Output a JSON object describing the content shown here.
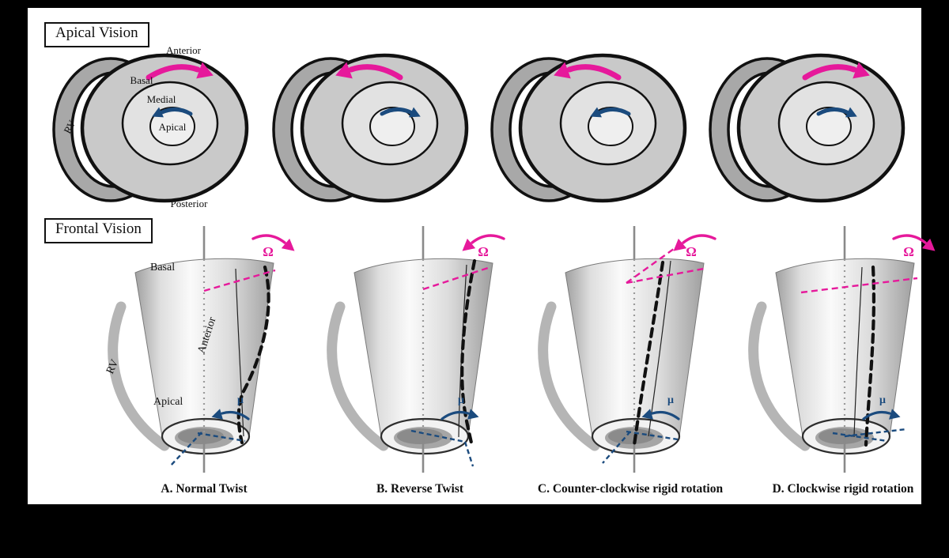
{
  "figure": {
    "apical_view_title": "Apical Vision",
    "frontal_view_title": "Frontal Vision"
  },
  "colors": {
    "magenta_accent": "#e6199b",
    "blue_accent": "#1b4b7e",
    "outline_black": "#111111",
    "myocardium_gray": "#c9c9c9",
    "rv_gray": "#a8a8a8"
  },
  "apical": {
    "title": "Apical Vision",
    "labels": {
      "anterior": "Anterior",
      "basal": "Basal",
      "medial": "Medial",
      "apical": "Apical",
      "rv": "RV",
      "posterior": "Posterior"
    }
  },
  "frontal": {
    "title": "Frontal Vision",
    "labels": {
      "basal": "Basal",
      "anterior": "Anterior",
      "apical": "Apical",
      "rv": "RV"
    },
    "omega": "Ω",
    "mu": "μ"
  },
  "panels": [
    {
      "caption": "A. Normal Twist",
      "basal_rotation": "clockwise",
      "apical_rotation": "counter-clockwise"
    },
    {
      "caption": "B. Reverse Twist",
      "basal_rotation": "counter-clockwise",
      "apical_rotation": "clockwise"
    },
    {
      "caption": "C. Counter-clockwise rigid rotation",
      "basal_rotation": "counter-clockwise",
      "apical_rotation": "counter-clockwise"
    },
    {
      "caption": "D. Clockwise rigid rotation",
      "basal_rotation": "clockwise",
      "apical_rotation": "clockwise"
    }
  ]
}
